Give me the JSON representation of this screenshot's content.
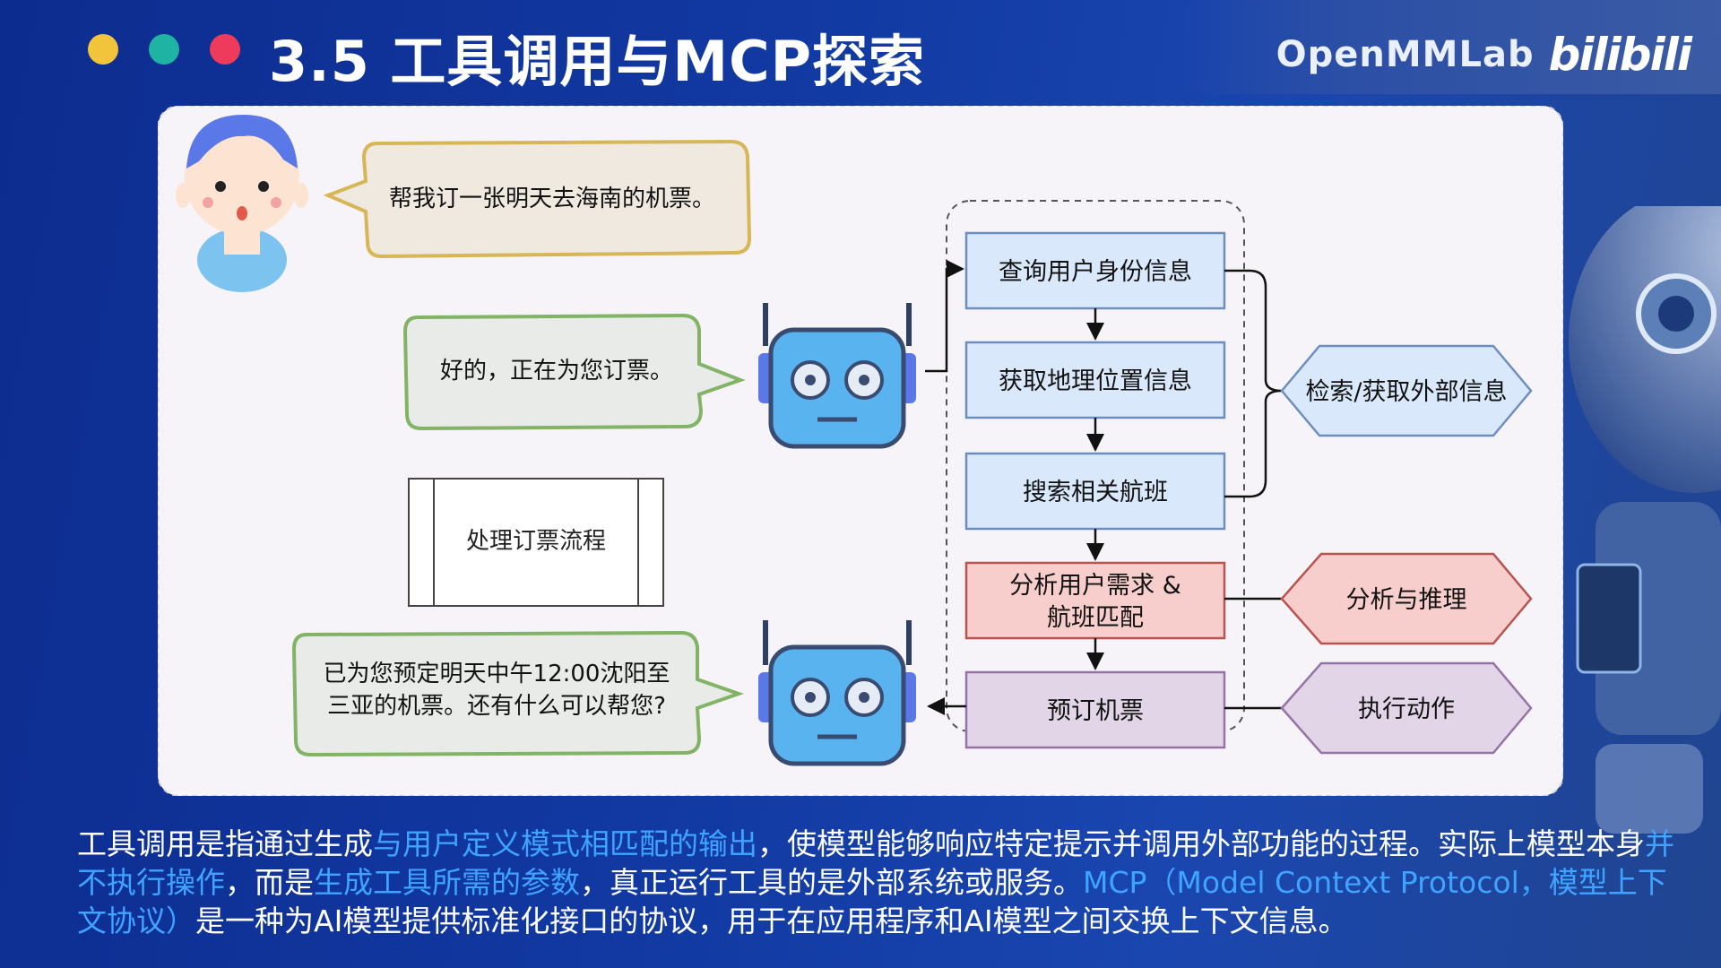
{
  "header": {
    "title": "3.5 工具调用与MCP探索",
    "dots": [
      "#f2c43c",
      "#1fb3a3",
      "#ee3a5b"
    ],
    "brand_text": "OpenMMLab",
    "brand_logo": "bilibili"
  },
  "diagram": {
    "user_msg": "帮我订一张明天去海南的机票。",
    "bot_reply_1": "好的，正在为您订票。",
    "process_label": "处理订票流程",
    "bot_reply_2_line1": "已为您预定明天中午12:00沈阳至",
    "bot_reply_2_line2": "三亚的机票。还有什么可以帮您?",
    "steps": {
      "s1": "查询用户身份信息",
      "s2": "获取地理位置信息",
      "s3": "搜索相关航班",
      "s4_line1": "分析用户需求 &",
      "s4_line2": "航班匹配",
      "s5": "预订机票"
    },
    "categories": {
      "retrieve": "检索/获取外部信息",
      "analyze": "分析与推理",
      "execute": "执行动作"
    },
    "colors": {
      "blue_fill": "#dae8fc",
      "blue_stroke": "#6c8ebf",
      "red_fill": "#f8cecc",
      "red_stroke": "#b85450",
      "purple_fill": "#e1d5e7",
      "purple_stroke": "#9673a6",
      "bubble_yellow": "#d6b656",
      "bubble_green": "#82b366"
    }
  },
  "caption": {
    "p1": "工具调用是指通过生成",
    "h1": "与用户定义模式相匹配的输出",
    "p2": "，使模型能够响应特定提示并调用外部功能的过程。实际上模型本身",
    "h2": "并不执行操作",
    "p3": "，而是",
    "h3": "生成工具所需的参数",
    "p4": "，真正运行工具的是外部系统或服务。",
    "h4": "MCP（Model Context Protocol，模型上下文协议）",
    "p5": "是一种为AI模型提供标准化接口的协议，用于在应用程序和AI模型之间交换上下文信息。"
  }
}
